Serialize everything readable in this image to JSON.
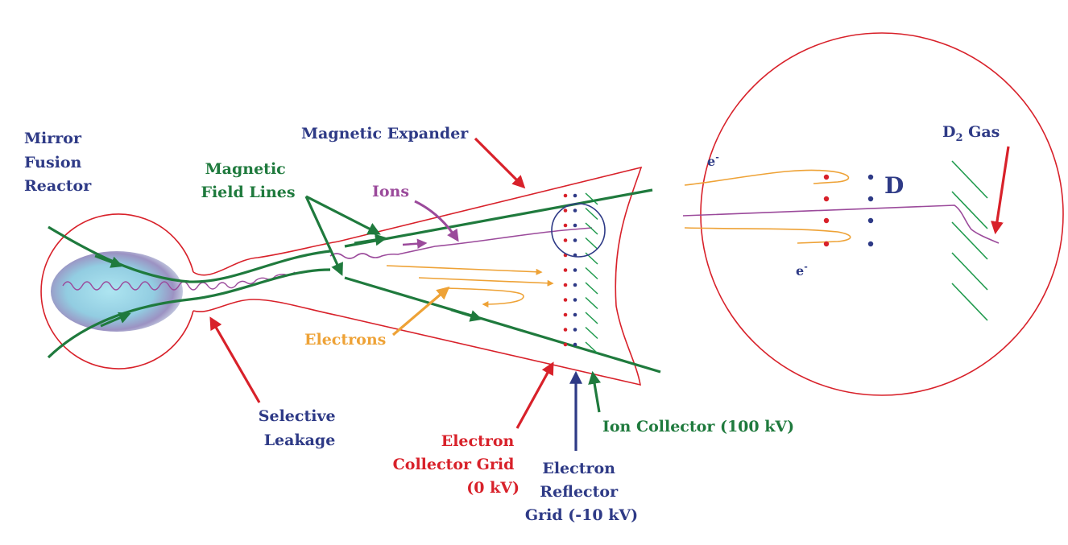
{
  "colors": {
    "red": "#d8212a",
    "navy": "#2e3a86",
    "green": "#1f7a3d",
    "orange": "#eea236",
    "purple": "#9b4a9b",
    "cyan": "#7fd3e6"
  },
  "labels": {
    "mirror_fusion_reactor": [
      "Mirror",
      "Fusion",
      "Reactor"
    ],
    "magnetic_field_lines": [
      "Magnetic",
      "Field Lines"
    ],
    "magnetic_expander": "Magnetic Expander",
    "ions": "Ions",
    "electrons": "Electrons",
    "selective_leakage": [
      "Selective",
      "Leakage"
    ],
    "electron_collector_grid": [
      "Electron",
      "Collector Grid",
      "(0 kV)"
    ],
    "electron_reflector_grid": [
      "Electron",
      "Reflector",
      "Grid (-10 kV)"
    ],
    "ion_collector": "Ion Collector (100 kV)"
  },
  "inset": {
    "d2_gas_main": "D",
    "d2_gas_sub": "2",
    "d2_gas_rest": " Gas",
    "d_label": "D",
    "electron_top": "e",
    "electron_bottom": "e",
    "electron_sup": "-"
  }
}
